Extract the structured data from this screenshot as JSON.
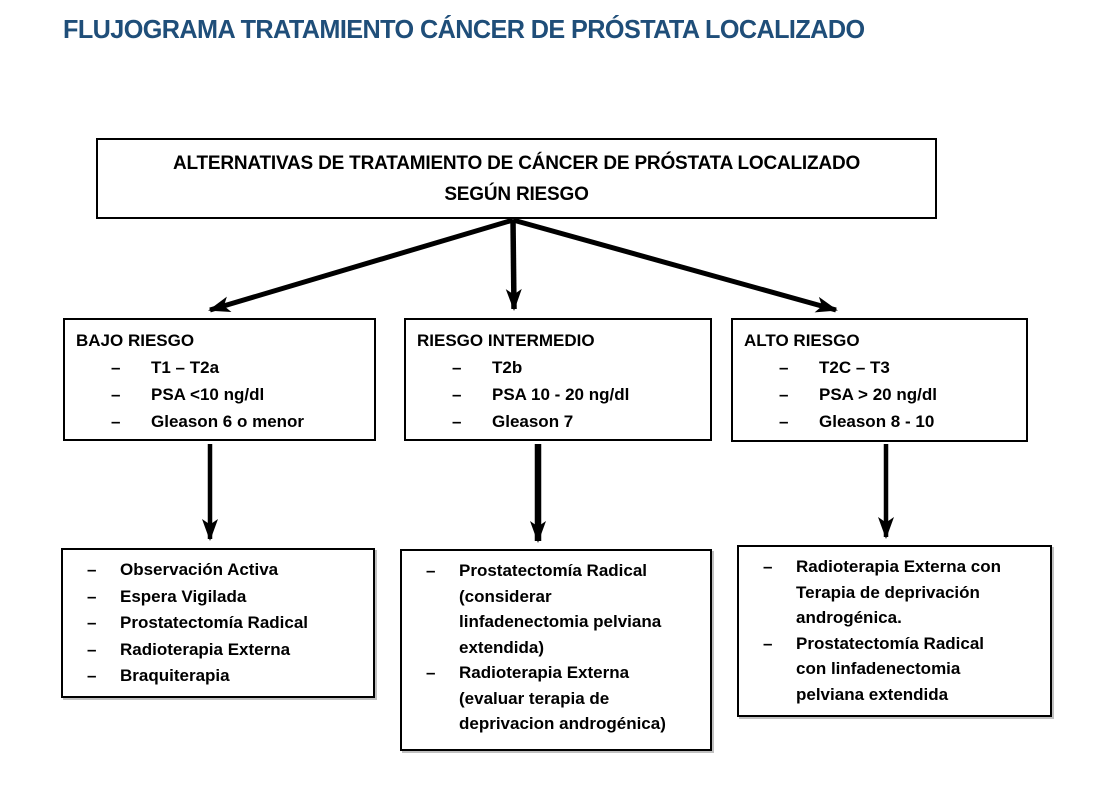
{
  "page_title": "FLUJOGRAMA TRATAMIENTO CÁNCER DE PRÓSTATA LOCALIZADO",
  "bullet_char": "–",
  "root_box": {
    "line1": "ALTERNATIVAS DE TRATAMIENTO DE CÁNCER DE PRÓSTATA LOCALIZADO",
    "line2": "SEGÚN RIESGO"
  },
  "risk_boxes": [
    {
      "heading": "BAJO RIESGO",
      "items": [
        "T1 – T2a",
        "PSA <10 ng/dl",
        "Gleason 6 o menor"
      ]
    },
    {
      "heading": "RIESGO INTERMEDIO",
      "items": [
        "T2b",
        "PSA 10 - 20 ng/dl",
        "Gleason 7"
      ]
    },
    {
      "heading": "ALTO RIESGO",
      "items": [
        "T2C – T3",
        "PSA > 20 ng/dl",
        "Gleason 8 - 10"
      ]
    }
  ],
  "treatment_boxes": [
    {
      "items": [
        "Observación Activa",
        "Espera Vigilada",
        "Prostatectomía Radical",
        "Radioterapia Externa",
        "Braquiterapia"
      ]
    },
    {
      "items": [
        "Prostatectomía Radical (considerar linfadenectomia pelviana extendida)",
        "Radioterapia Externa (evaluar terapia de deprivacion androgénica)"
      ]
    },
    {
      "items": [
        "Radioterapia Externa con Terapia de deprivación androgénica.",
        "Prostatectomía Radical con linfadenectomia pelviana extendida"
      ]
    }
  ],
  "colors": {
    "title": "#1F4E79",
    "text": "#000000",
    "border": "#000000",
    "arrow": "#000000",
    "background": "#FFFFFF"
  }
}
